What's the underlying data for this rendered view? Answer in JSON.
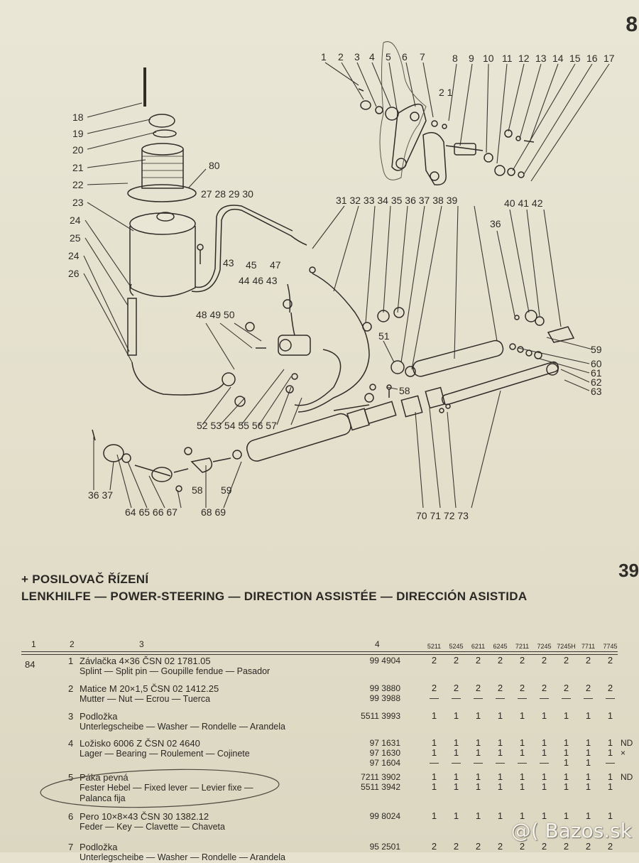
{
  "corner": {
    "top_number": "8",
    "page_number": "39"
  },
  "diagram": {
    "callouts_top": [
      "1",
      "2",
      "3",
      "4",
      "5",
      "6",
      "7",
      "8",
      "9",
      "10",
      "11",
      "12",
      "13",
      "14",
      "15",
      "16",
      "17"
    ],
    "callout_2_1": "2 1",
    "left_labels": [
      "18",
      "19",
      "20",
      "21",
      "22",
      "23",
      "24",
      "25",
      "24",
      "26"
    ],
    "label_80": "80",
    "labels_mid": [
      "27 28 29 30",
      "31 32 33 34 35 36 37 38 39",
      "40 41 42",
      "36",
      "43",
      "45",
      "47",
      "44 46 43",
      "48 49 50",
      "51",
      "58",
      "59",
      "60",
      "61",
      "62",
      "63",
      "52 53 54 55 56 57",
      "58",
      "59",
      "36 37",
      "64 65 66 67",
      "68 69",
      "70 71 72 73"
    ]
  },
  "heading": {
    "title": "+ POSILOVAČ ŘÍZENÍ",
    "subtitle": "LENKHILFE — POWER-STEERING — DIRECTION ASSISTÉE — DIRECCIÓN ASISTIDA"
  },
  "table": {
    "col_headers": [
      "1",
      "2",
      "3",
      "4"
    ],
    "models": [
      "5211",
      "5245",
      "6211",
      "6245",
      "7211",
      "7245",
      "7245H",
      "7711",
      "7745"
    ],
    "group": "84",
    "rows": [
      {
        "idx": "1",
        "name": "Závlačka 4×36 ČSN 02 1781.05",
        "translations": "Splint — Split pin — Goupille fendue — Pasador",
        "parts": [
          "99 4904"
        ],
        "qty": [
          "2  2  2  2  2  2  2  2  2"
        ],
        "nd": ""
      },
      {
        "idx": "2",
        "name": "Matice M 20×1,5 ČSN 02 1412.25",
        "translations": "Mutter — Nut — Ecrou — Tuerca",
        "parts": [
          "99 3880",
          "99 3988"
        ],
        "qty": [
          "2  2  2  2  2  2  2  2  2",
          "—  —  —  —  —  —  —  —  —"
        ],
        "nd": ""
      },
      {
        "idx": "3",
        "name": "Podložka",
        "translations": "Unterlegscheibe — Washer — Rondelle — Arandela",
        "parts": [
          "5511 3993"
        ],
        "qty": [
          "1  1  1  1  1  1  1  1  1"
        ],
        "nd": ""
      },
      {
        "idx": "4",
        "name": "Ložisko 6006 Z ČSN 02 4640",
        "translations": "Lager — Bearing — Roulement — Cojinete",
        "parts": [
          "97 1631",
          "97 1630",
          "97 1604"
        ],
        "qty": [
          "1  1  1  1  1  1  1  1  1",
          "1  1  1  1  1  1  1  1  1",
          "—  —  —  —  —  —  1  1  —"
        ],
        "nd": "ND ×"
      },
      {
        "idx": "5",
        "name": "Páka pevná",
        "translations": "Fester Hebel — Fixed lever — Levier fixe —",
        "translations2": "Palanca fija",
        "parts": [
          "7211 3902",
          "5511 3942"
        ],
        "qty": [
          "1  1  1  1  1  1  1  1  1",
          "1  1  1  1  1  1  1  1  1"
        ],
        "nd": "ND"
      },
      {
        "idx": "6",
        "name": "Pero 10×8×43 ČSN 30 1382.12",
        "translations": "Feder — Key — Clavette — Chaveta",
        "parts": [
          "99 8024"
        ],
        "qty": [
          "1  1  1  1  1  1  1  1  1"
        ],
        "nd": ""
      },
      {
        "idx": "7",
        "name": "Podložka",
        "translations": "Unterlegscheibe — Washer — Rondelle — Arandela",
        "parts": [
          "95 2501"
        ],
        "qty": [
          "2  2  2  2  2  2  2  2  2"
        ],
        "nd": ""
      }
    ]
  },
  "watermark": "@( Bazos.sk"
}
